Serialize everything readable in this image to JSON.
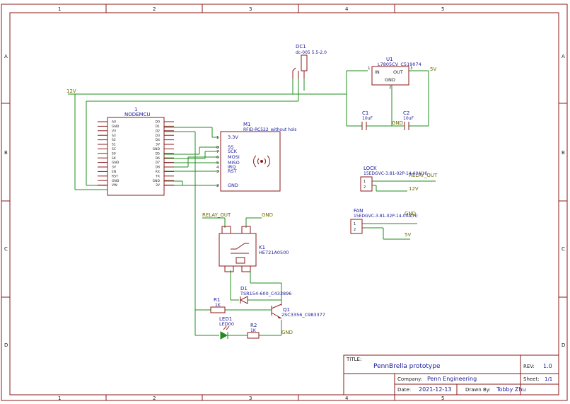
{
  "frame": {
    "cols": [
      "1",
      "2",
      "3",
      "4",
      "5"
    ],
    "rows": [
      "A",
      "B",
      "C",
      "D"
    ]
  },
  "title_block": {
    "title_label": "TITLE:",
    "title": "PennBrella prototype",
    "rev_label": "REV:",
    "rev": "1.0",
    "company_label": "Company:",
    "company": "Penn Engineering",
    "sheet_label": "Sheet:",
    "sheet": "1/1",
    "date_label": "Date:",
    "date": "2021-12-13",
    "drawn_label": "Drawn By:",
    "drawn_by": "Tobby Zhu"
  },
  "nets": {
    "v12": "12V",
    "v5": "5V",
    "gnd": "GND",
    "relay_out": "RELAY_OUT"
  },
  "components": {
    "dc1": {
      "ref": "DC1",
      "value": "dc-005 5.5-2.0"
    },
    "u1": {
      "ref": "U1",
      "value": "L7805CV_C519074",
      "pin_in": "IN",
      "pin_out": "OUT",
      "pin_gnd": "GND",
      "pin1": "1",
      "pin2": "2",
      "pin3": "3"
    },
    "c1": {
      "ref": "C1",
      "value": "10uF"
    },
    "c2": {
      "ref": "C2",
      "value": "10uF"
    },
    "nodemcu": {
      "index": "1",
      "ref": "NODEMCU",
      "left_pins": [
        "A0",
        "GND",
        "VV",
        "S3",
        "S2",
        "S1",
        "SC",
        "S0",
        "SK",
        "GND",
        "3V",
        "EN",
        "RST",
        "GND",
        "VIN"
      ],
      "right_pins": [
        "D0",
        "D1",
        "D2",
        "D3",
        "D4",
        "3V",
        "GND",
        "D5",
        "D6",
        "D7",
        "D8",
        "RX",
        "TX",
        "GND",
        "3V"
      ]
    },
    "m1": {
      "ref": "M1",
      "value": "RFID-RC522_without hols",
      "pins": [
        "3.3V",
        "SS",
        "SCK",
        "MOSI",
        "MISO",
        "IRQ",
        "RST",
        "GND"
      ],
      "pin_numbers": [
        "1",
        "8",
        "7",
        "6",
        "5",
        "4",
        "3",
        "2"
      ]
    },
    "k1": {
      "ref": "K1",
      "value": "HE721A0500"
    },
    "d1": {
      "ref": "D1",
      "value": "TSR154-600_C433896"
    },
    "r1": {
      "ref": "R1",
      "value": "1K"
    },
    "r2": {
      "ref": "R2",
      "value": "1K"
    },
    "q1": {
      "ref": "Q1",
      "value": "2SC3356_C983377"
    },
    "led1": {
      "ref": "LED1",
      "value": "LED00"
    },
    "lock": {
      "ref": "LOCK",
      "value": "15EDGVC-3.81-02P-14-00A(H)",
      "pin1": "1",
      "pin2": "2"
    },
    "fan": {
      "ref": "FAN",
      "value": "15EDGVC-3.81-02P-14-00A(H)",
      "pin1": "1",
      "pin2": "2"
    }
  }
}
